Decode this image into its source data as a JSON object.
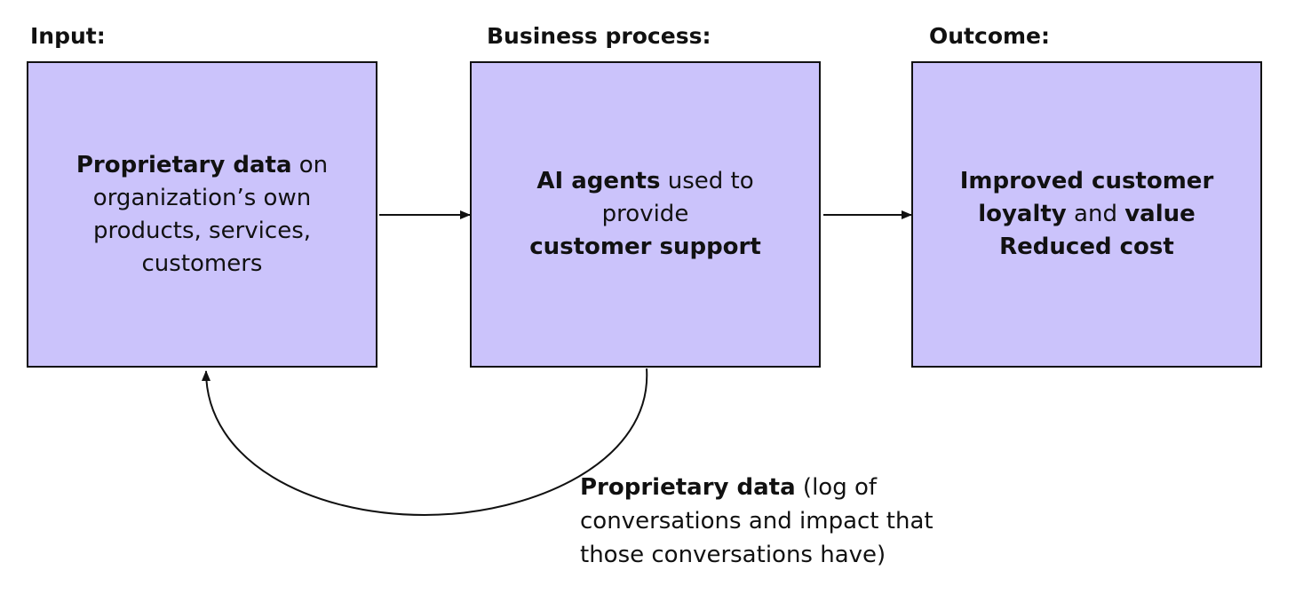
{
  "headers": {
    "input": "Input:",
    "process": "Business process:",
    "outcome": "Outcome:"
  },
  "input_box": {
    "bold": "Proprietary data",
    "rest": "on organization’s own products, services, customers"
  },
  "process_box": {
    "bold1": "AI agents",
    "mid": "used to provide",
    "bold2": "customer support"
  },
  "outcome_box": {
    "bold1": "Improved customer loyalty",
    "mid": "and",
    "bold2": "value",
    "line2": "Reduced cost"
  },
  "feedback": {
    "bold": "Proprietary data",
    "rest": "(log of conversations and impact that those conversations have)"
  },
  "colors": {
    "box_fill": "#cbc3fb",
    "stroke": "#111111"
  }
}
